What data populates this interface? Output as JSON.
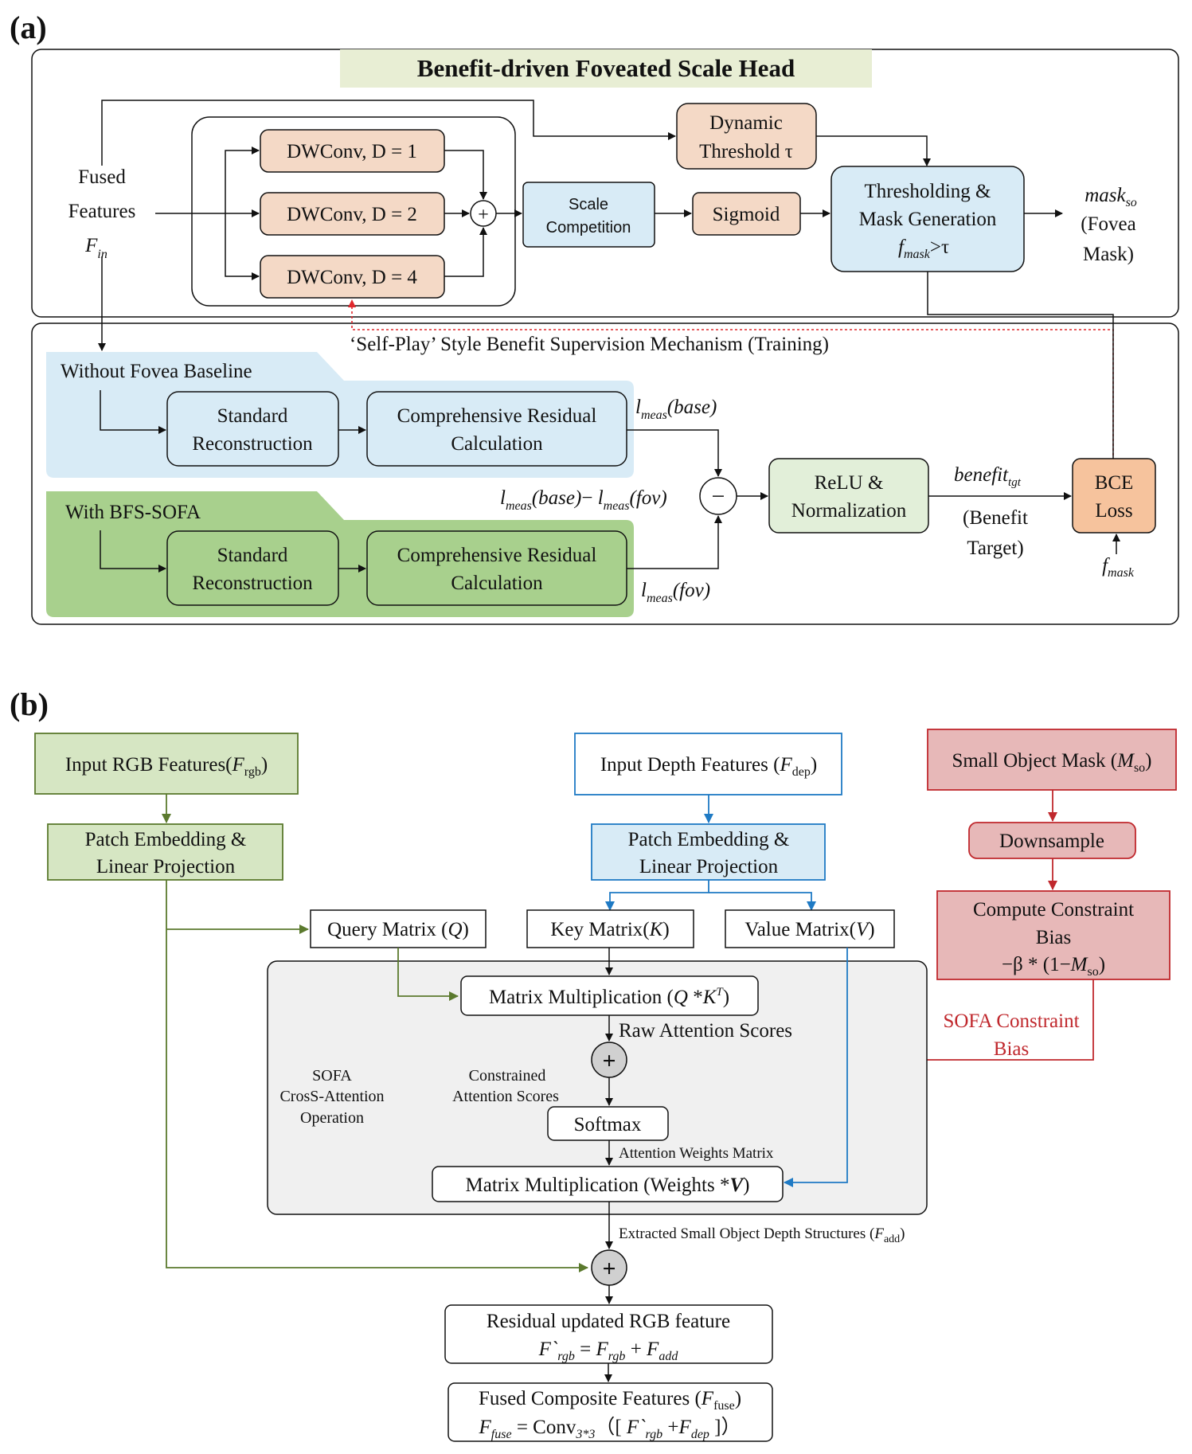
{
  "panel_a": {
    "tag": "(a)",
    "title": "Benefit-driven Foveated Scale Head",
    "input": {
      "line1": "Fused",
      "line2": "Features",
      "symbol": "F",
      "symbol_sub": "in"
    },
    "dwconv": [
      "DWConv, D = 1",
      "DWConv, D = 2",
      "DWConv, D = 4"
    ],
    "plus": "+",
    "scale_competition": {
      "line1": "Scale",
      "line2": "Competition"
    },
    "sigmoid": "Sigmoid",
    "dynamic_threshold": {
      "line1": "Dynamic",
      "line2": "Threshold τ"
    },
    "thresholding": {
      "line1": "Thresholding &",
      "line2": "Mask Generation",
      "cond_sym": "f",
      "cond_sub": "mask",
      "cond_rest": ">τ"
    },
    "output": {
      "sym": "mask",
      "sub": "so",
      "line2": "(Fovea",
      "line3": "Mask)"
    },
    "supervision_title": "‘Self-Play’   Style Benefit Supervision Mechanism (Training)",
    "baseline": {
      "label": "Without Fovea Baseline",
      "recon": [
        "Standard",
        "Reconstruction"
      ],
      "residual": [
        "Comprehensive Residual",
        "Calculation"
      ],
      "loss_sym": "l",
      "loss_sub": "meas",
      "loss_arg": "(base)"
    },
    "bfs": {
      "label": "With BFS-SOFA",
      "recon": [
        "Standard",
        "Reconstruction"
      ],
      "residual": [
        "Comprehensive Residual",
        "Calculation"
      ],
      "loss_sym": "l",
      "loss_sub": "meas",
      "loss_arg": "(fov)"
    },
    "diff": {
      "l": "l",
      "sub": "meas",
      "a1": "(base)",
      "mid": "− ",
      "a2": "(fov)",
      "op": "−"
    },
    "relu": [
      "ReLU &",
      "Normalization"
    ],
    "benefit": {
      "sym": "benefit",
      "sub": "tgt",
      "line2": "(Benefit",
      "line3": "Target)"
    },
    "bce": [
      "BCE",
      "Loss"
    ],
    "fmask": {
      "sym": "f",
      "sub": "mask"
    }
  },
  "panel_b": {
    "tag": "(b)",
    "rgb_input": {
      "text": "Input RGB Features(",
      "sym": "F",
      "sub": "rgb",
      "close": ")"
    },
    "depth_input": {
      "text": "Input Depth Features (",
      "sym": "F",
      "sub": "dep",
      "close": ")"
    },
    "mask_input": {
      "text": "Small Object Mask (",
      "sym": "M",
      "sub": "so",
      "close": ")"
    },
    "patch_rgb": [
      "Patch Embedding &",
      "Linear Projection"
    ],
    "patch_dep": [
      "Patch Embedding &",
      "Linear Projection"
    ],
    "downsample": "Downsample",
    "constraint": {
      "line1": "Compute Constraint",
      "line2": "Bias",
      "line3a": "−β * (1−",
      "sym": "M",
      "sub": "so",
      "line3b": ")"
    },
    "query": {
      "text": "Query Matrix (",
      "sym": "Q",
      "close": ")"
    },
    "key": {
      "text": "Key Matrix(",
      "sym": "K",
      "close": ")"
    },
    "value": {
      "text": "Value Matrix(",
      "sym": "V",
      "close": ")"
    },
    "matmul1": {
      "text": "Matrix Multiplication (",
      "sym": "Q",
      "mid": " *",
      "sym2": "K",
      "sup": "T",
      "close": ")"
    },
    "raw_scores": "Raw Attention Scores",
    "sofa_bias": [
      "SOFA Constraint",
      "Bias"
    ],
    "sofa_op": [
      "SOFA",
      "CrosS-Attention",
      "Operation"
    ],
    "constrained": [
      "Constrained",
      "Attention Scores"
    ],
    "softmax": "Softmax",
    "attn_weights": "Attention Weights Matrix",
    "matmul2": {
      "text": "Matrix Multiplication (Weights *",
      "sym": "V",
      "close": ")"
    },
    "extracted": {
      "text": "Extracted Small Object Depth Structures (",
      "sym": "F",
      "sub": "add",
      "close": ")"
    },
    "residual": {
      "line1": "Residual updated RGB feature",
      "f1": "F`",
      "s1": "rgb",
      "eq": " = ",
      "f2": "F",
      "s2": "rgb",
      "plus": " + ",
      "f3": "F",
      "s3": "add"
    },
    "fused": {
      "line1a": "Fused Composite Features (",
      "sym": "F",
      "sub": "fuse",
      "line1b": ")",
      "f1": "F",
      "s1": "fuse",
      "eq": " = Conv",
      "csub": "3*3",
      "open": "（[ ",
      "f2": "F`",
      "s2": "rgb",
      "plus": " +",
      "f3": "F",
      "s3": "dep",
      "close": " ]）"
    }
  },
  "colors": {
    "orange_fill": "#f4d9c6",
    "blue_fill": "#d8ebf6",
    "green_fill": "#a8d08d",
    "olive_fill": "#d6e6c3",
    "olive_line": "#5b7a2e",
    "blue_line": "#1f7ac4",
    "red_fill": "#e7b8b8",
    "red_line": "#c0282d",
    "title_fill": "#e8eed4",
    "bce_fill": "#f6c39d"
  }
}
